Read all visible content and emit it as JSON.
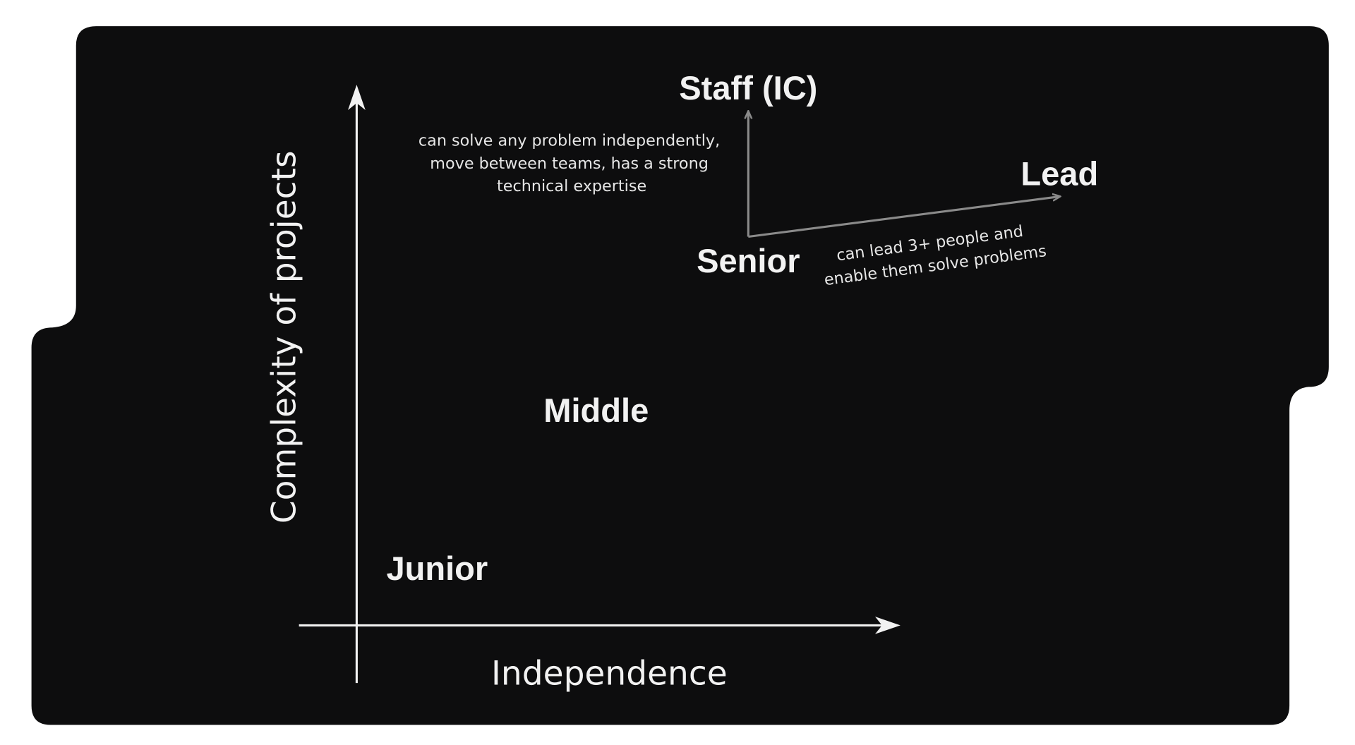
{
  "colors": {
    "background": "#ffffff",
    "panel": "#0d0d0e",
    "text": "#f2f2f2",
    "arrow_secondary": "#8a8a8a"
  },
  "axes": {
    "x_label": "Independence",
    "y_label": "Complexity of projects"
  },
  "levels": {
    "junior": "Junior",
    "middle": "Middle",
    "senior": "Senior",
    "staff": "Staff (IC)",
    "lead": "Lead"
  },
  "notes": {
    "staff": [
      "can solve any problem independently,",
      "move between teams, has a strong",
      "technical expertise"
    ],
    "lead": [
      "can lead 3+ people  and",
      "enable them solve problems"
    ]
  }
}
